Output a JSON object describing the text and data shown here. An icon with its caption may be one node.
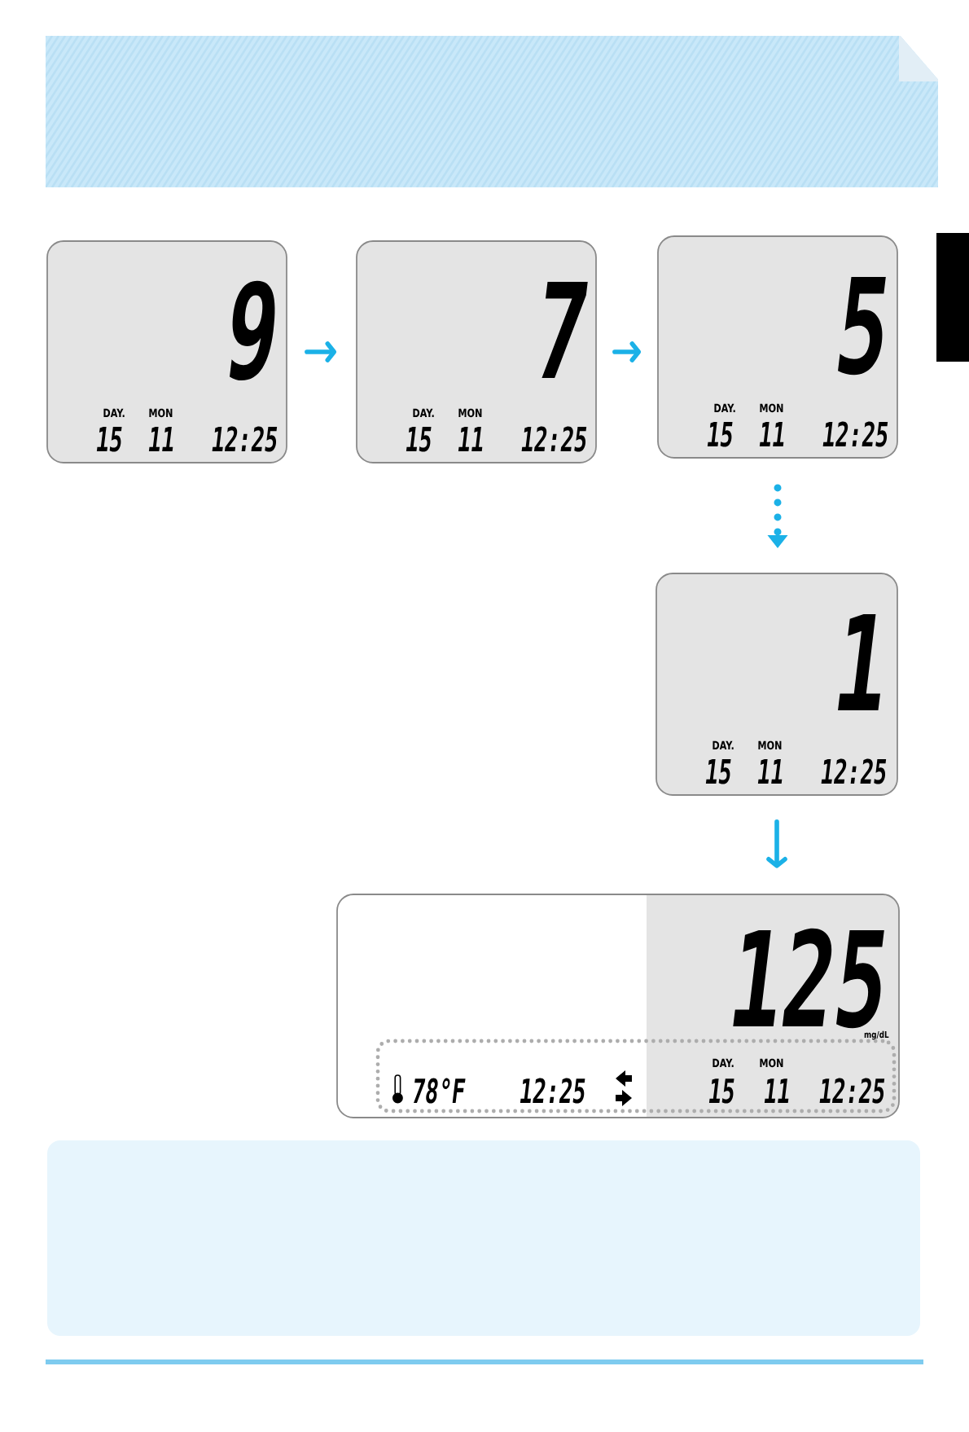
{
  "diagram": {
    "nodes": [
      {
        "text": [
          "9",
          "DAY.",
          "MON",
          "15",
          "11",
          "12:25"
        ]
      },
      {
        "text": [
          "7",
          "DAY.",
          "MON",
          "15",
          "11",
          "12:25"
        ]
      },
      {
        "text": [
          "5",
          "DAY.",
          "MON",
          "15",
          "11",
          "12:25"
        ]
      },
      {
        "text": [
          "1",
          "DAY.",
          "MON",
          "15",
          "11",
          "12:25"
        ]
      },
      {
        "text": [
          "125",
          "mg/dL"
        ]
      },
      {
        "text": [
          "78°F",
          "12:25",
          "DAY.",
          "MON",
          "15",
          "11",
          "12:25"
        ],
        "in": 4
      },
      {
        "text": [],
        "shape": "box"
      }
    ],
    "edges": [
      {
        "from": 0,
        "to": 1,
        "arrow": "to"
      },
      {
        "from": 1,
        "to": 2,
        "arrow": "to"
      },
      {
        "from": 2,
        "to": 3,
        "arrow": "to",
        "style": "dashed"
      },
      {
        "from": 3,
        "to": 4,
        "arrow": "to"
      }
    ]
  }
}
